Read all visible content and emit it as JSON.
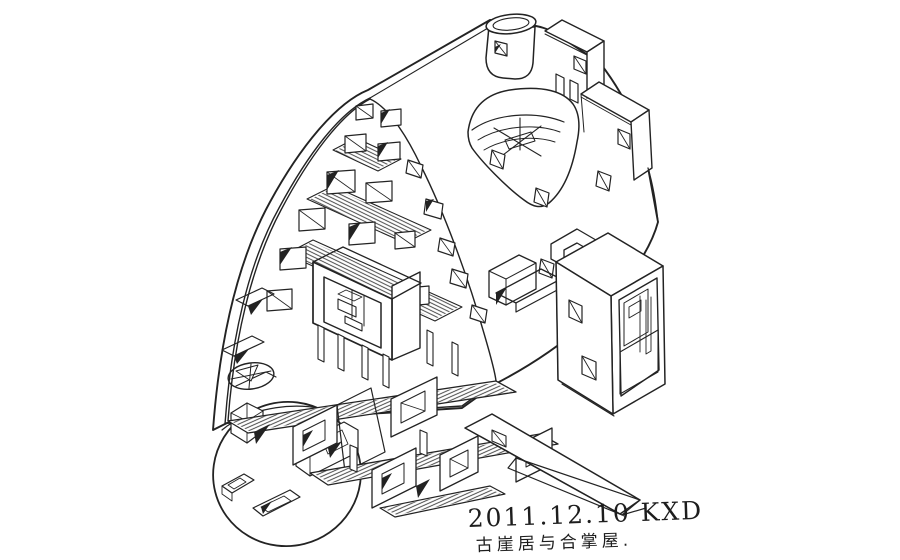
{
  "caption": {
    "date_signature": "2011.12.10 KXD",
    "title": "古崖居与合掌屋."
  },
  "colors": {
    "ink": "#232323",
    "paper": "#ffffff"
  },
  "icons": {
    "drawing_subject": "gassho-style-house-cutaway-sketch"
  }
}
